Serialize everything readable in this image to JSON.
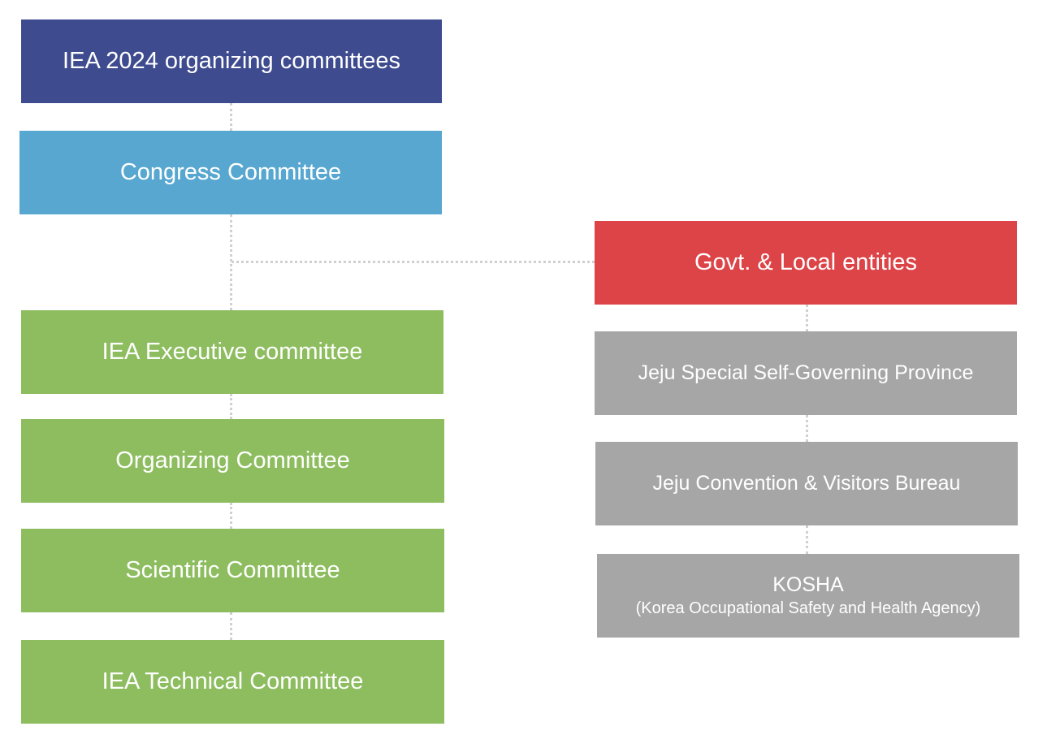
{
  "colors": {
    "header": "#3e4b8f",
    "congress": "#57a7d0",
    "govt": "#dc4448",
    "committee": "#8dbd5f",
    "entity": "#a6a6a6",
    "connector": "#d0d0d0"
  },
  "left": {
    "header": "IEA 2024 organizing committees",
    "congress": "Congress Committee",
    "committees": [
      "IEA Executive committee",
      "Organizing Committee",
      "Scientific Committee",
      "IEA Technical Committee"
    ]
  },
  "right": {
    "govt": "Govt. & Local entities",
    "entities": [
      {
        "name": "Jeju Special Self-Governing Province",
        "sub": ""
      },
      {
        "name": "Jeju Convention & Visitors Bureau",
        "sub": ""
      },
      {
        "name": "KOSHA",
        "sub": "(Korea Occupational Safety and Health Agency)"
      }
    ]
  }
}
